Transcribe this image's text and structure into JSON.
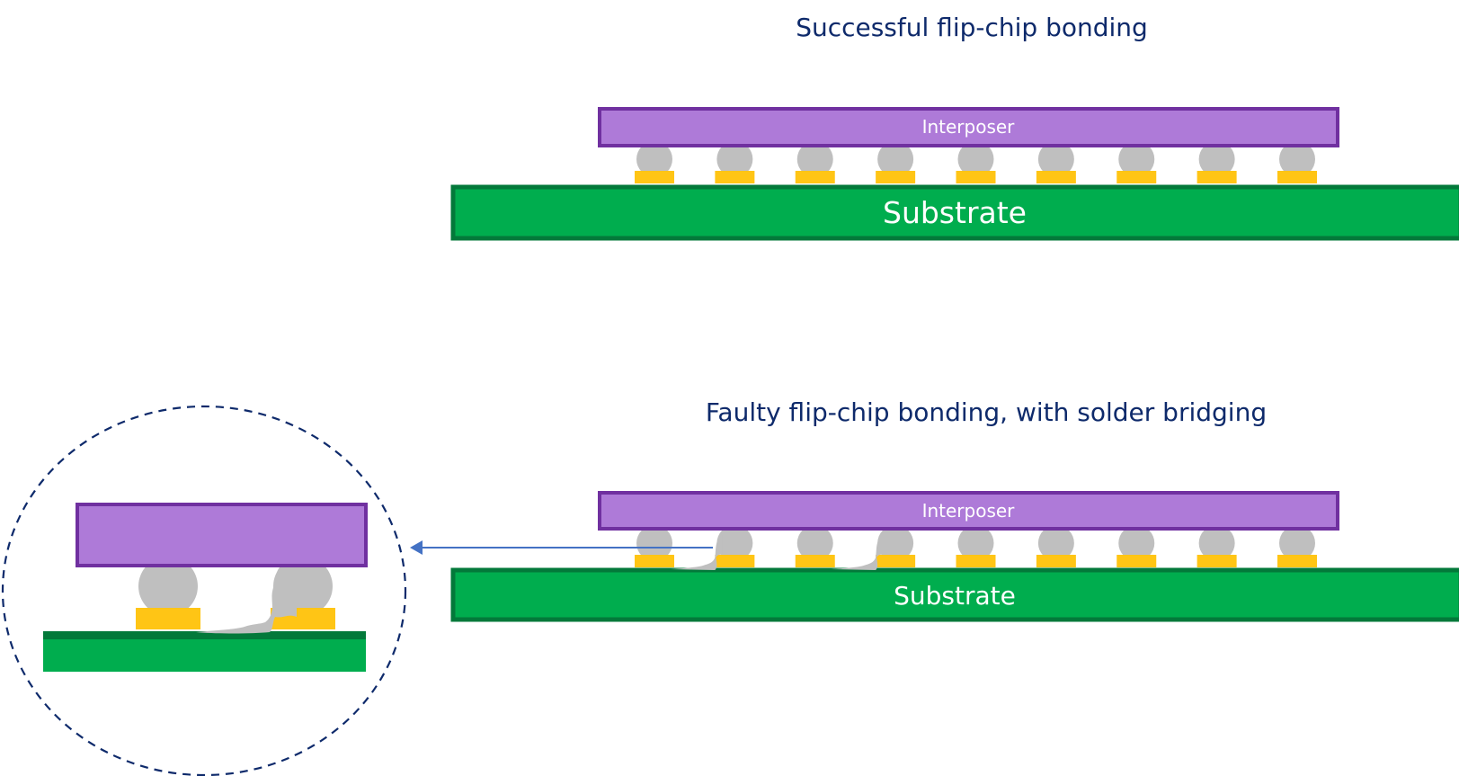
{
  "colors": {
    "title": "#0e2a6b",
    "interposer_fill": "#ae7ad8",
    "interposer_stroke": "#7030a0",
    "substrate_fill": "#00ad4e",
    "substrate_stroke": "#03793a",
    "solder_ball": "#bfbfbf",
    "pad": "#ffc515",
    "arrow": "#4472c4",
    "callout_circle": "#0e2a6b",
    "label_text": "#ffffff"
  },
  "successful": {
    "title": "Successful flip-chip bonding",
    "interposer_label": "Interposer",
    "substrate_label": "Substrate",
    "bump_count": 9
  },
  "faulty": {
    "title": "Faulty flip-chip bonding, with solder bridging",
    "interposer_label": "Interposer",
    "substrate_label": "Substrate",
    "bump_count": 9,
    "bridges": [
      {
        "from_pad": 1,
        "to_ball": 2
      },
      {
        "from_pad": 3,
        "to_ball": 4
      }
    ]
  },
  "callout": {
    "description": "Magnified view of solder bridging between adjacent bumps",
    "bump_count": 2
  }
}
